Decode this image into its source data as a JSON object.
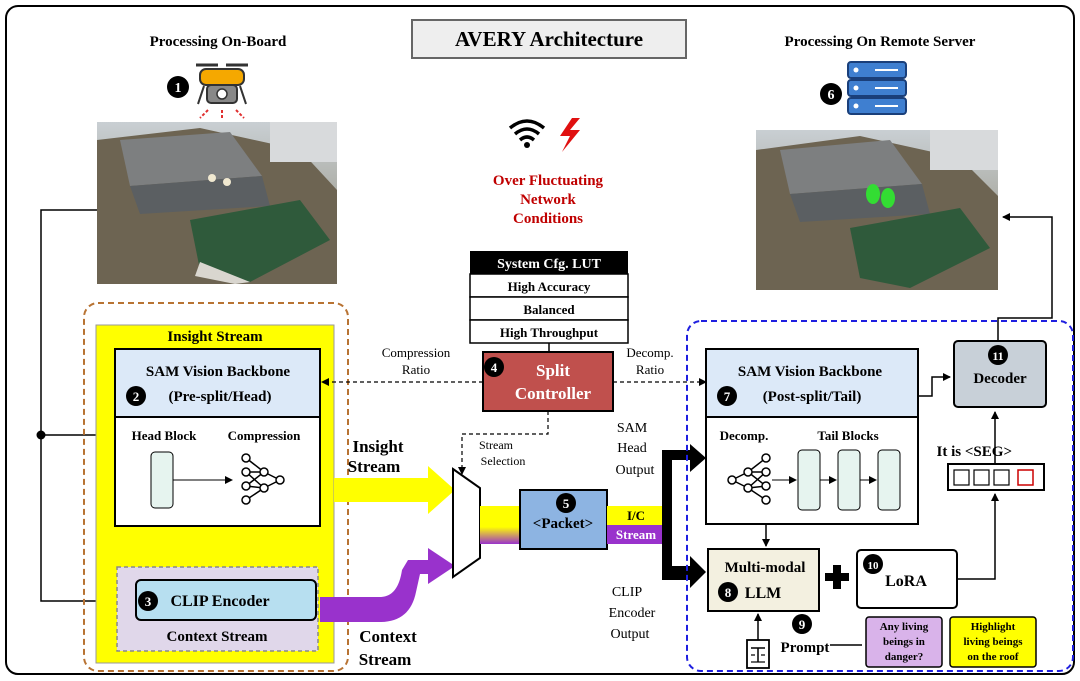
{
  "title": "AVERY Architecture",
  "onboard_heading": "Processing On-Board",
  "remote_heading": "Processing On Remote Server",
  "network": {
    "line1": "Over Fluctuating",
    "line2": "Network",
    "line3": "Conditions"
  },
  "lut": {
    "header": "System Cfg. LUT",
    "rows": [
      "High Accuracy",
      "Balanced",
      "High Throughput"
    ]
  },
  "split_controller": {
    "line1": "Split",
    "line2": "Controller"
  },
  "compression_ratio": {
    "line1": "Compression",
    "line2": "Ratio"
  },
  "decomp_ratio": {
    "line1": "Decomp.",
    "line2": "Ratio"
  },
  "stream_selection": {
    "line1": "Stream",
    "line2": "Selection"
  },
  "insight_stream_label": "Insight Stream",
  "sam_head": {
    "line1": "SAM Vision Backbone",
    "line2": "(Pre-split/Head)",
    "head_block": "Head Block",
    "compression": "Compression"
  },
  "insight_arrow": {
    "line1": "Insight",
    "line2": "Stream"
  },
  "clip_encoder": "CLIP Encoder",
  "context_stream_label": "Context Stream",
  "context_arrow": {
    "line1": "Context",
    "line2": "Stream"
  },
  "packet": "<Packet>",
  "ic_stream": {
    "line1": "I/C",
    "line2": "Stream"
  },
  "sam_head_output": {
    "line1": "SAM",
    "line2": "Head",
    "line3": "Output"
  },
  "clip_encoder_output": {
    "line1": "CLIP",
    "line2": "Encoder",
    "line3": "Output"
  },
  "sam_tail": {
    "line1": "SAM Vision Backbone",
    "line2": "(Post-split/Tail)",
    "decomp": "Decomp.",
    "tail_blocks": "Tail Blocks"
  },
  "decoder": "Decoder",
  "seg_label": "It is <SEG>",
  "llm": {
    "line1": "Multi-modal",
    "line2": "LLM"
  },
  "lora": "LoRA",
  "prompt": "Prompt",
  "prompt_q1": {
    "line1": "Any living",
    "line2": "beings in",
    "line3": "danger?"
  },
  "prompt_q2": {
    "line1": "Highlight",
    "line2": "living beings",
    "line3": "on the roof"
  },
  "badges": [
    "1",
    "2",
    "3",
    "4",
    "5",
    "6",
    "7",
    "8",
    "9",
    "10",
    "11"
  ],
  "colors": {
    "yellow": "#ffff00",
    "purple": "#9932cc",
    "split": "#c0504d",
    "block_blue": "#dce9f8",
    "packet": "#8db4e2",
    "decoder": "#c8d0d8",
    "llm": "#f3f0e0",
    "orange_dash": "#b87333",
    "blue_dash": "#1f1fe0",
    "network_red": "#c00000"
  },
  "icons": [
    "drone-icon",
    "server-icon",
    "wifi-icon",
    "lightning-icon",
    "neural-network-icon",
    "document-icon",
    "plus-icon"
  ]
}
